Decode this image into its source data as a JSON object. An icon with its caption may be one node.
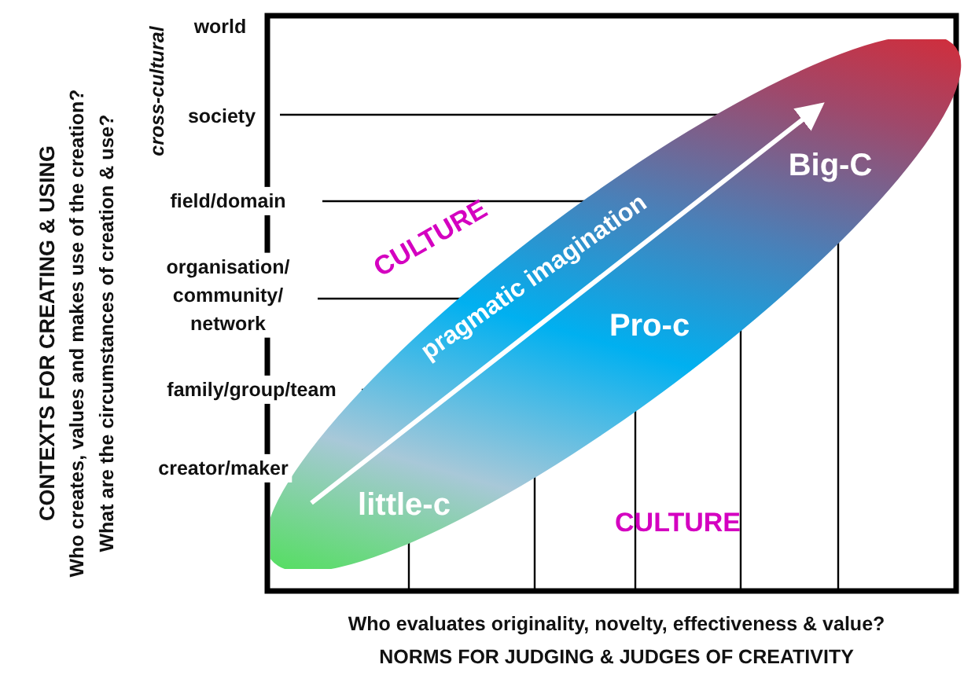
{
  "diagram": {
    "nodes": [
      {
        "text": [
          "Big-C",
          "pragmatic imagination",
          "Pro-c",
          "little-c"
        ]
      }
    ],
    "edges": [],
    "labels": [
      "cross-cultural",
      "world",
      "society",
      "field/domain",
      "organisation/ community/ network",
      "family/group/team",
      "creator/maker",
      "CONTEXTS FOR CREATING & USING",
      "Who creates, values and makes use of the creation?",
      "What are the circumstances of creation & use?",
      "CULTURE",
      "CULTURE",
      "Who evaluates originality, novelty, effectiveness & value?",
      "NORMS FOR JUDGING & JUDGES OF CREATIVITY"
    ]
  }
}
